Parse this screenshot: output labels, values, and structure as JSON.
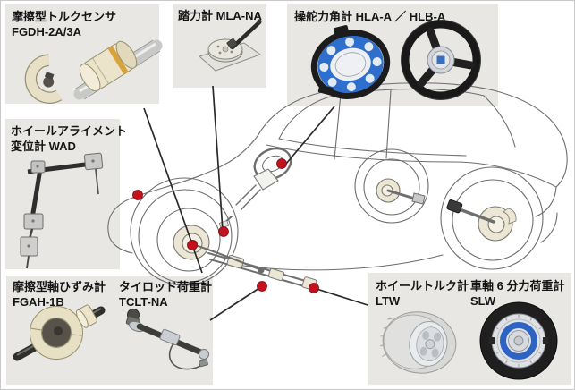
{
  "diagram": {
    "boxes": {
      "fgdh": {
        "line1": "摩擦型トルクセンサ",
        "line2": "FGDH-2A/3A"
      },
      "mla": {
        "line1": "踏力計 MLA-NA"
      },
      "hla": {
        "line1": "操舵力角計 HLA-A ／ HLB-A"
      },
      "wad": {
        "line1": "ホイールアライメント",
        "line2": "変位計 WAD"
      },
      "fgah": {
        "line1": "摩擦型軸ひずみ計",
        "line2": "FGAH-1B"
      },
      "tclt": {
        "line1": "タイロッド荷重計",
        "line2": "TCLT-NA"
      },
      "ltw": {
        "line1": "ホイールトルク計",
        "line2": "LTW"
      },
      "slw": {
        "line1": "車軸 6 分力荷重計",
        "line2": "SLW"
      }
    },
    "colors": {
      "box_bg": "#e9e7e4",
      "marker_red": "#c1121d",
      "sensor_blue": "#2e6fce",
      "wheel_ring_blue": "#2c63c4",
      "device_cream": "#e8e0c6",
      "shaft_stripe_orange": "#d9a33c",
      "car_line_gray": "#6e6e6e",
      "text": "#151515",
      "canvas_border": "#c9c9c9"
    },
    "illustrations": {
      "fgdh": "torque-sensor-collar-on-shaft-photo",
      "mla": "pedal-force-meter-photo",
      "hla": "steering-force-angle-meter-wheels-photo",
      "wad": "wheel-alignment-displacement-arm-photo",
      "fgah_tclt": "shaft-strain-clamp-and-tie-rod-photo",
      "ltw_slw": "wheel-torque-tire-and-six-component-wheel-photo",
      "car": "sedan-cutaway-line-drawing",
      "markers": "red-callout-dot x6"
    }
  }
}
